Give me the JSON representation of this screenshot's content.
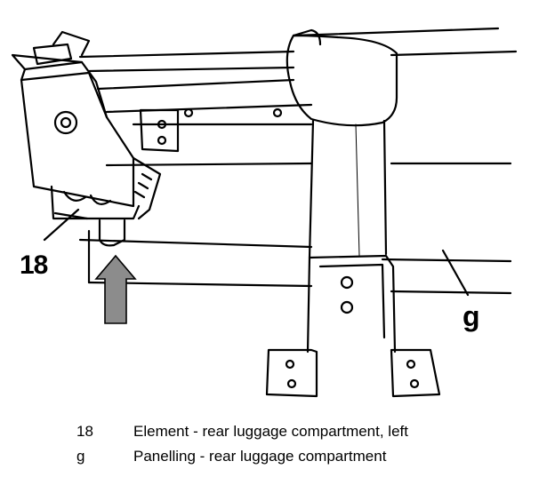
{
  "callouts": {
    "c18": "18",
    "cg": "g"
  },
  "legend": [
    {
      "key": "18",
      "text": "Element - rear luggage compartment, left"
    },
    {
      "key": "g",
      "text": "Panelling - rear luggage compartment"
    }
  ],
  "colors": {
    "line": "#000000",
    "arrow_fill": "#8c8c8c",
    "background": "#ffffff"
  }
}
